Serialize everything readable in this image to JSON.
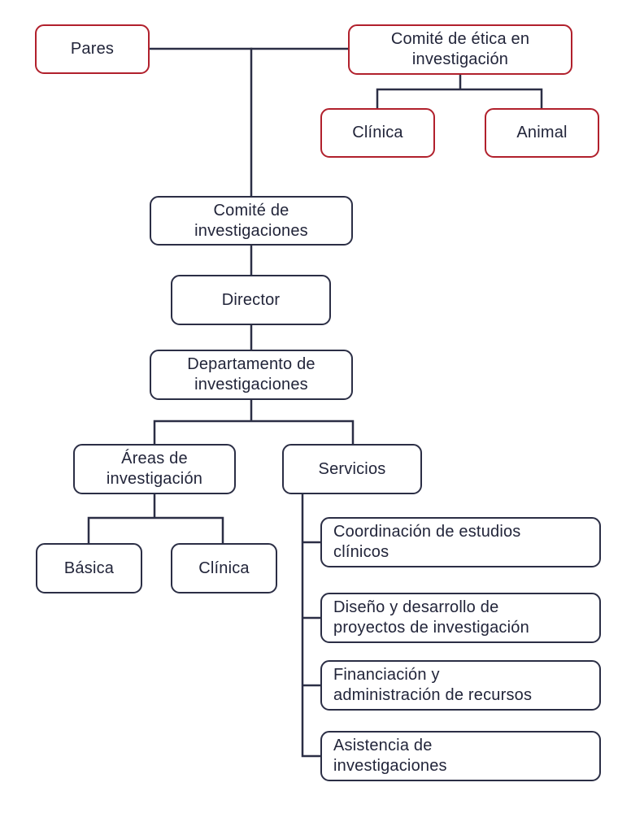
{
  "colors": {
    "line": "#2b2e45",
    "external_border": "#b1202c",
    "text": "#22253a"
  },
  "nodes": {
    "pares": "Pares",
    "comite_etica": "Comité de ética en\ninvestigación",
    "etica_clinica": "Clínica",
    "etica_animal": "Animal",
    "comite_investigaciones": "Comité de\ninvestigaciones",
    "director": "Director",
    "departamento": "Departamento de\ninvestigaciones",
    "areas": "Áreas de\ninvestigación",
    "servicios": "Servicios",
    "basica": "Básica",
    "areas_clinica": "Clínica",
    "coordinacion": "Coordinación de estudios\nclínicos",
    "diseno": "Diseño y desarrollo de\nproyectos de investigación",
    "financiacion": "Financiación y\nadministración de recursos",
    "asistencia": "Asistencia de\ninvestigaciones"
  }
}
